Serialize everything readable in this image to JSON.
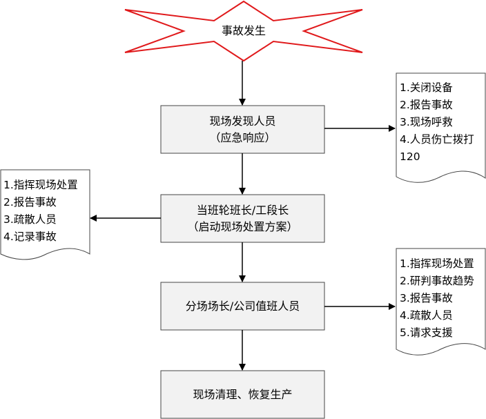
{
  "start": {
    "label": "事故发生"
  },
  "steps": [
    {
      "line1": "现场发现人员",
      "line2": "（应急响应）"
    },
    {
      "line1": "当班轮班长/工段长",
      "line2": "（启动现场处置方案）"
    },
    {
      "line1": "分场场长/公司值班人员",
      "line2": ""
    },
    {
      "line1": "现场清理、恢复生产",
      "line2": ""
    }
  ],
  "notes": {
    "first_responder": [
      "1.关闭设备",
      "2.报告事故",
      "3.现场呼救",
      "4.人员伤亡拨打",
      "120"
    ],
    "shift_leader": [
      "1.指挥现场处置",
      "2.报告事故",
      "3.疏散人员",
      "4.记录事故"
    ],
    "duty_manager": [
      "1.指挥现场处置",
      "2.研判事故趋势",
      "3.报告事故",
      "4.疏散人员",
      "5.请求支援"
    ]
  },
  "colors": {
    "star_stroke": "#e0191b",
    "line": "#000000",
    "box_border": "#444444",
    "box_fill": "#f2f2f2"
  }
}
